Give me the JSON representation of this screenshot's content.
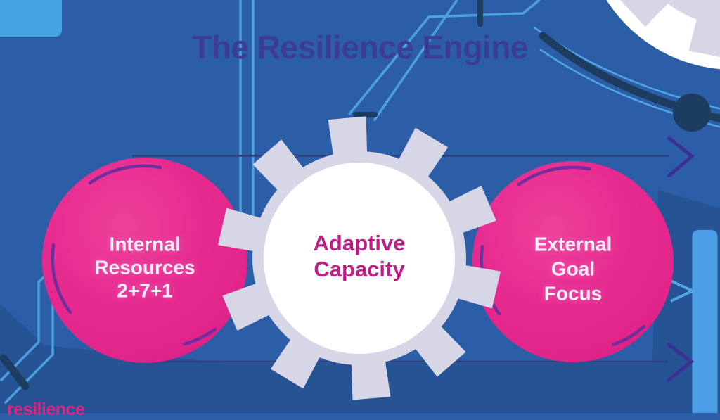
{
  "title": "The Resilience Engine",
  "diagram": {
    "nodes": [
      {
        "id": "internal-resources",
        "shape": "circle",
        "lines": [
          "Internal",
          "Resources",
          "2+7+1"
        ]
      },
      {
        "id": "adaptive-capacity",
        "shape": "gear",
        "lines": [
          "Adaptive",
          "Capacity"
        ]
      },
      {
        "id": "external-goal-focus",
        "shape": "circle",
        "lines": [
          "External",
          "Goal",
          "Focus"
        ]
      }
    ]
  },
  "branding": {
    "logo_text": "resilience"
  },
  "colors": {
    "background": "#2b5ea6",
    "background_shade": "#2d588e",
    "title_text": "#3b3c93",
    "node_pink": "#e62a90",
    "gear_body": "#d6d6e6",
    "gear_center": "#ffffff",
    "gear_label": "#c01d87",
    "circuit_light_blue": "#4fa5e6",
    "navy": "#1c3c60",
    "line_navy": "#2c417e",
    "arrow_purple": "#3e2f97",
    "accent_violet": "#5c2fa0",
    "logo_pink": "#e02482"
  }
}
